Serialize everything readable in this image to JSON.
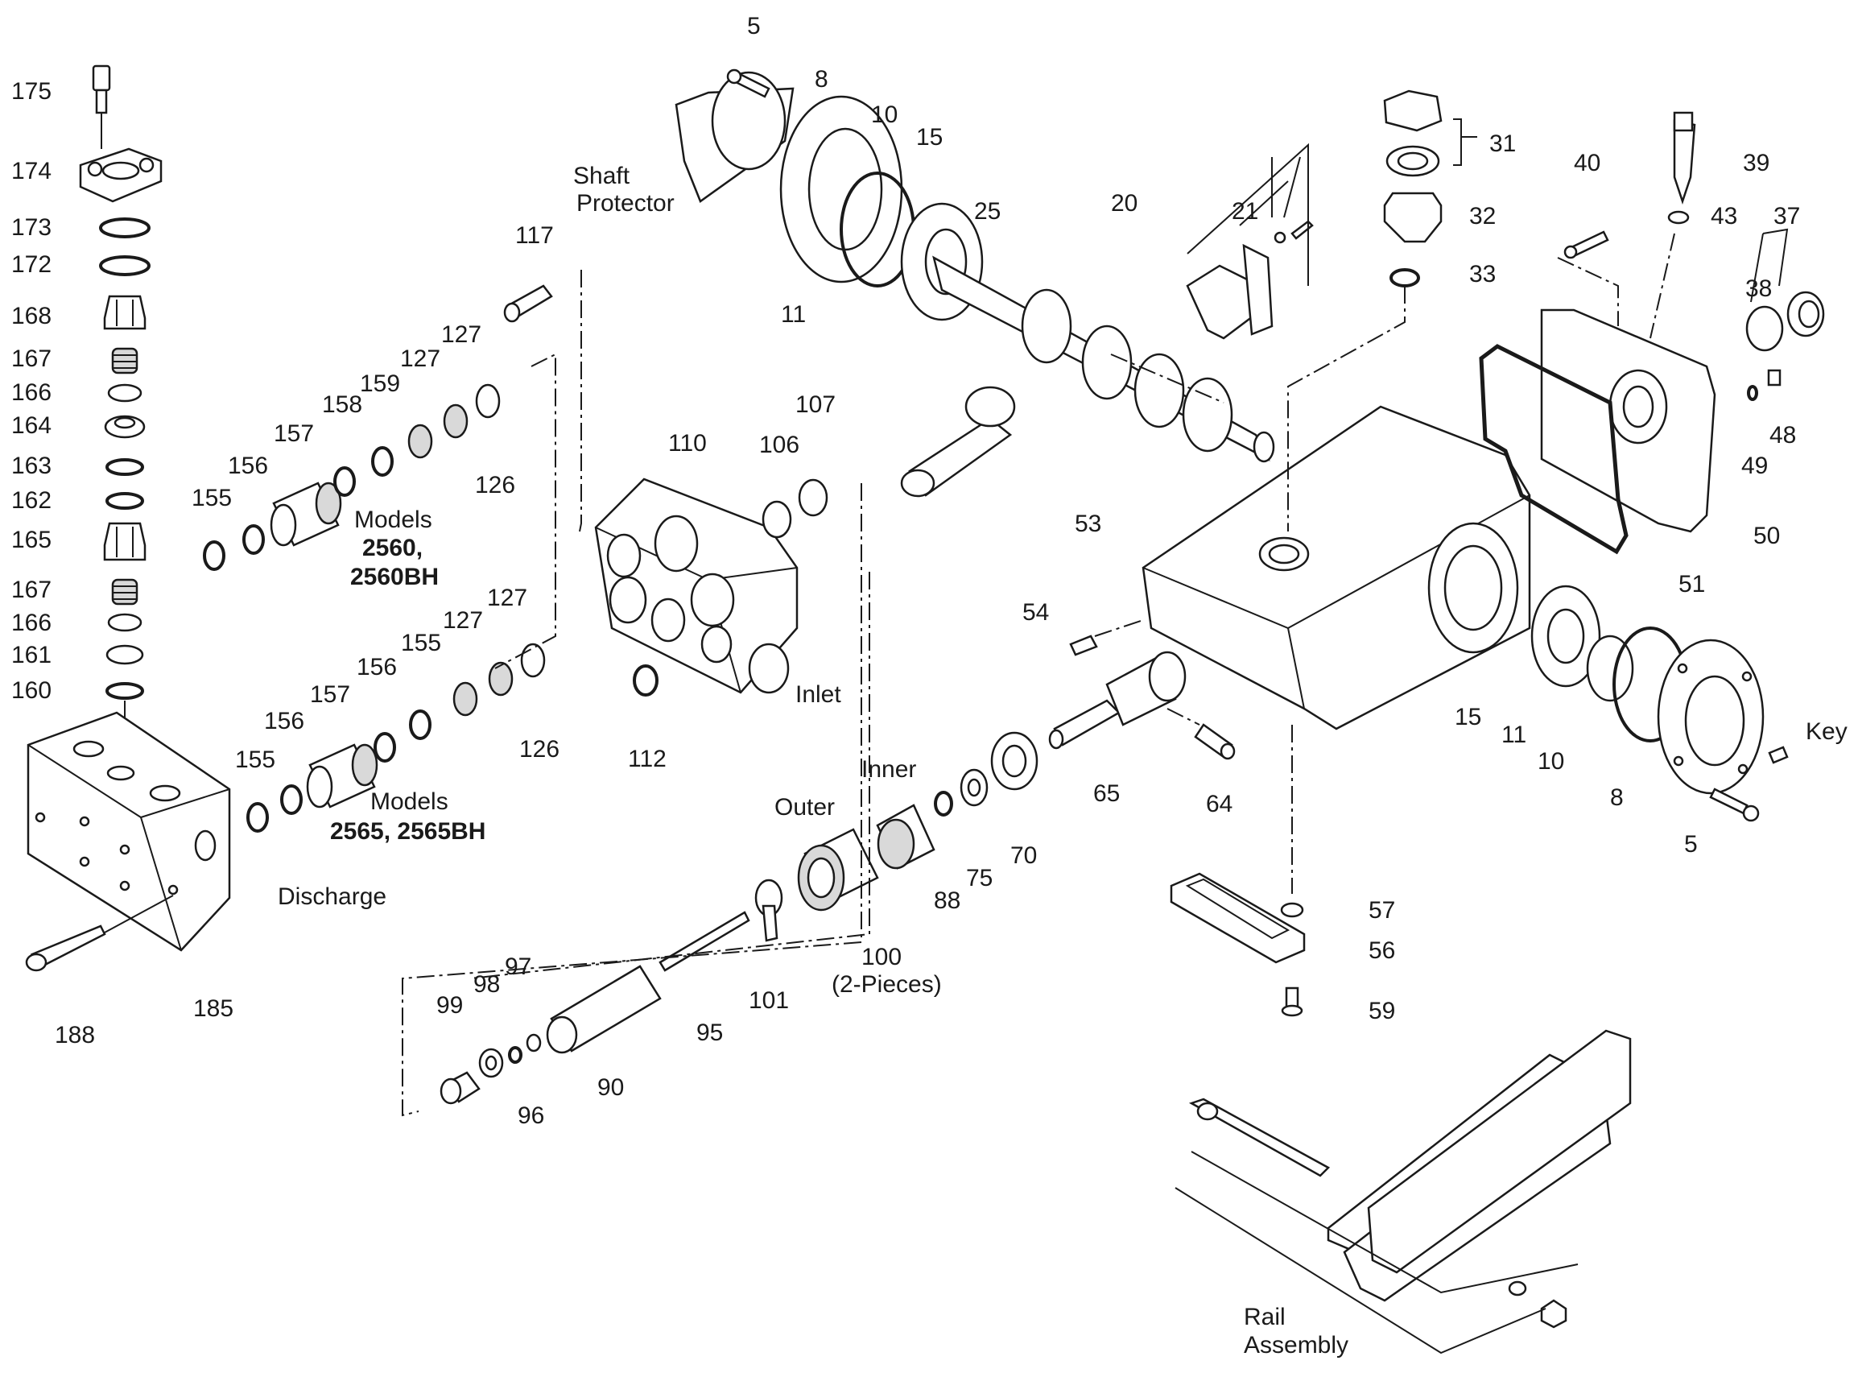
{
  "callouts": {
    "c175": "175",
    "c174": "174",
    "c173": "173",
    "c172": "172",
    "c168": "168",
    "c167a": "167",
    "c166a": "166",
    "c164": "164",
    "c163": "163",
    "c162": "162",
    "c165": "165",
    "c167b": "167",
    "c166b": "166",
    "c161": "161",
    "c160": "160",
    "c188": "188",
    "c185": "185",
    "c117": "117",
    "c155a": "155",
    "c156a": "156",
    "c157a": "157",
    "c158": "158",
    "c159": "159",
    "c127a": "127",
    "c127b": "127",
    "c126a": "126",
    "c155b": "155",
    "c156b": "156",
    "c157b": "157",
    "c156c": "156",
    "c155c": "155",
    "c127c": "127",
    "c127d": "127",
    "c126b": "126",
    "c110": "110",
    "c106": "106",
    "c107": "107",
    "c112": "112",
    "c5a": "5",
    "c8a": "8",
    "c10a": "10",
    "c15a": "15",
    "c11a": "11",
    "c25": "25",
    "c20": "20",
    "c21": "21",
    "c31": "31",
    "c32": "32",
    "c33": "33",
    "c40": "40",
    "c39": "39",
    "c43": "43",
    "c37": "37",
    "c38": "38",
    "c48": "48",
    "c49": "49",
    "c50": "50",
    "c51": "51",
    "c53": "53",
    "c54": "54",
    "c65": "65",
    "c64": "64",
    "c70": "70",
    "c75": "75",
    "c88": "88",
    "c100": "100",
    "c101": "101",
    "c95": "95",
    "c90": "90",
    "c99": "99",
    "c98": "98",
    "c97": "97",
    "c96": "96",
    "c15b": "15",
    "c11b": "11",
    "c10b": "10",
    "c8b": "8",
    "c5b": "5",
    "c57": "57",
    "c56": "56",
    "c59": "59"
  },
  "labels": {
    "shaft_protector_line1": "Shaft",
    "shaft_protector_line2": "Protector",
    "models_a_line1": "Models",
    "models_a_line2": "2560,",
    "models_a_line3": "2560BH",
    "models_b_line1": "Models",
    "models_b_line2": "2565, 2565BH",
    "discharge": "Discharge",
    "inlet": "Inlet",
    "outer": "Outer",
    "inner": "Inner",
    "pieces": "(2-Pieces)",
    "key": "Key",
    "rail_line1": "Rail",
    "rail_line2": "Assembly"
  }
}
